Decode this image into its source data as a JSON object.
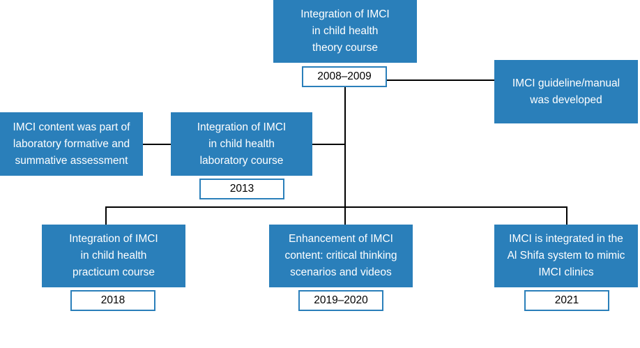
{
  "colors": {
    "box_fill": "#2a7fba",
    "box_text": "#ffffff",
    "year_border": "#2a7fba",
    "connector": "#000000"
  },
  "nodes": {
    "theory": {
      "lines": [
        "Integration of IMCI",
        "in child health",
        "theory course"
      ],
      "year": "2008–2009"
    },
    "guideline": {
      "lines": [
        "IMCI guideline/manual",
        "was developed"
      ]
    },
    "assessment": {
      "lines": [
        "IMCI content was part of",
        "laboratory formative and",
        "summative assessment"
      ]
    },
    "laboratory": {
      "lines": [
        "Integration of IMCI",
        "in child health",
        "laboratory course"
      ],
      "year": "2013"
    },
    "practicum": {
      "lines": [
        "Integration of IMCI",
        "in child health",
        "practicum course"
      ],
      "year": "2018"
    },
    "enhancement": {
      "lines": [
        "Enhancement of IMCI",
        "content: critical thinking",
        "scenarios and videos"
      ],
      "year": "2019–2020"
    },
    "alshifa": {
      "lines": [
        "IMCI is integrated in the",
        "Al Shifa system to mimic",
        "IMCI clinics"
      ],
      "year": "2021"
    }
  }
}
